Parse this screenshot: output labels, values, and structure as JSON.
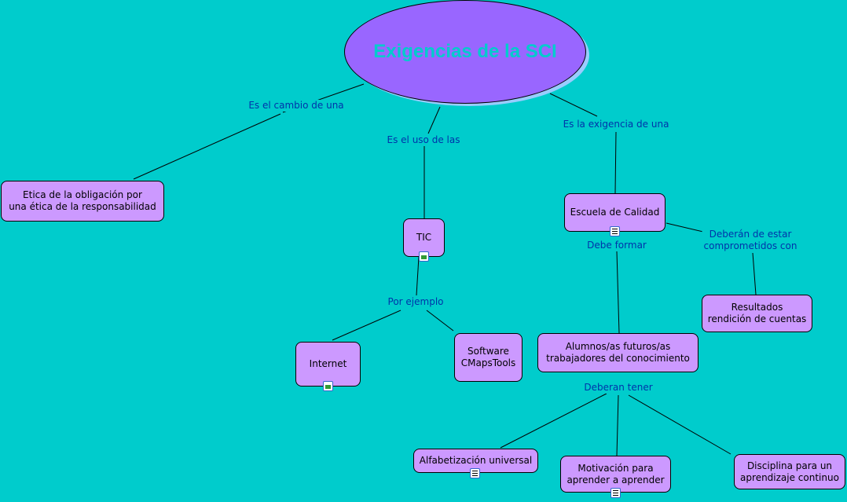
{
  "root": {
    "label": "Exigencias de la SCI"
  },
  "concepts": {
    "etica": "Etica de la obligación por\nuna ética de la responsabilidad",
    "tic": "TIC",
    "escuela": "Escuela de Calidad",
    "resultados": "Resultados\nrendición de cuentas",
    "alumnos": "Alumnos/as futuros/as\ntrabajadores del conocimiento",
    "internet": "Internet",
    "software": "Software\nCMapsTools",
    "alfabetizacion": "Alfabetización universal",
    "motivacion": "Motivación para\naprender a aprender",
    "disciplina": "Disciplina para un\naprendizaje continuo"
  },
  "links": {
    "cambio": "Es el cambio de una",
    "uso": "Es el uso de las",
    "exigencia": "Es la exigencia de una",
    "debe_formar": "Debe formar",
    "comprometidos": "Deberán de estar\ncomprometidos con",
    "por_ejemplo": "Por ejemplo",
    "deberan_tener": "Deberan tener"
  },
  "colors": {
    "background": "#00cccc",
    "concept": "#cc99ff",
    "root": "#9966ff",
    "link_text": "#0033aa"
  }
}
